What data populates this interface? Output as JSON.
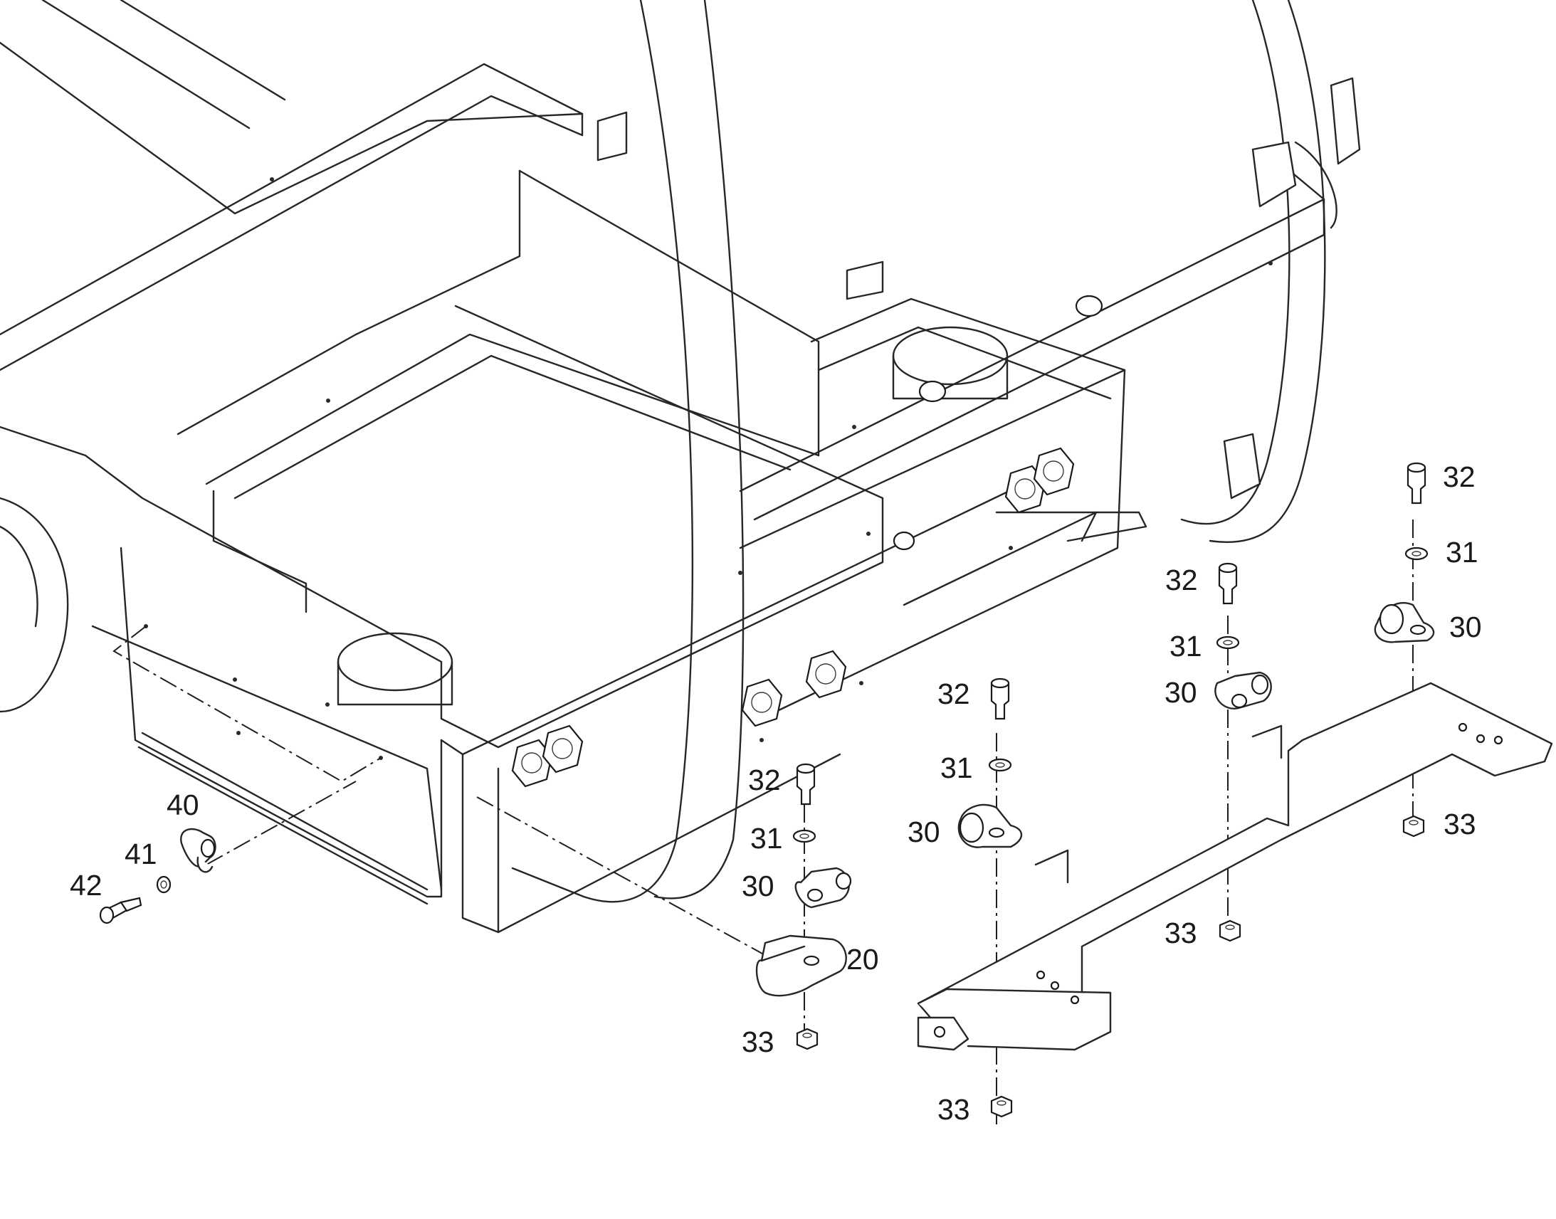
{
  "callouts": [
    {
      "id": "c20",
      "text": "20"
    },
    {
      "id": "c30a",
      "text": "30"
    },
    {
      "id": "c31a",
      "text": "31"
    },
    {
      "id": "c32a",
      "text": "32"
    },
    {
      "id": "c33a",
      "text": "33"
    },
    {
      "id": "c30b",
      "text": "30"
    },
    {
      "id": "c31b",
      "text": "31"
    },
    {
      "id": "c32b",
      "text": "32"
    },
    {
      "id": "c33b",
      "text": "33"
    },
    {
      "id": "c30c",
      "text": "30"
    },
    {
      "id": "c31c",
      "text": "31"
    },
    {
      "id": "c32c",
      "text": "32"
    },
    {
      "id": "c33c",
      "text": "33"
    },
    {
      "id": "c30d",
      "text": "30"
    },
    {
      "id": "c31d",
      "text": "31"
    },
    {
      "id": "c32d",
      "text": "32"
    },
    {
      "id": "c33d",
      "text": "33"
    },
    {
      "id": "c40",
      "text": "40"
    },
    {
      "id": "c41",
      "text": "41"
    },
    {
      "id": "c42",
      "text": "42"
    }
  ]
}
